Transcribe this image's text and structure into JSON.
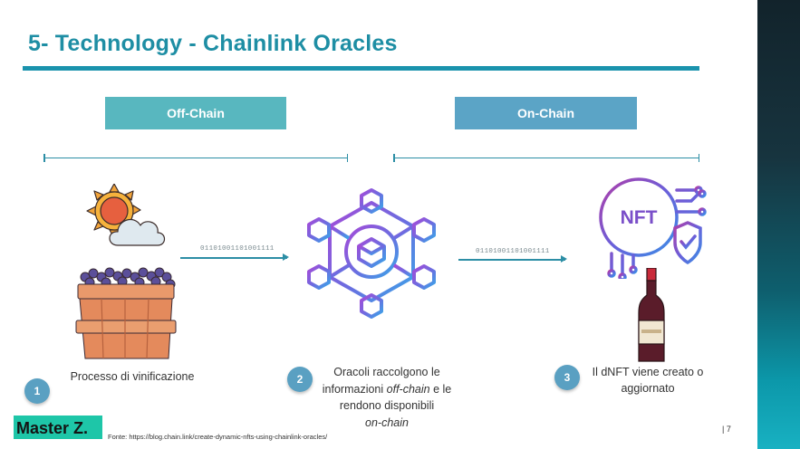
{
  "slide": {
    "title": "5- Technology - Chainlink Oracles",
    "page_number": "| 7",
    "source": "Fonte:  https://blog.chain.link/create-dynamic-nfts-using-chainlink-oracles/"
  },
  "labels": {
    "off_chain": "Off-Chain",
    "on_chain": "On-Chain"
  },
  "binary_stream": {
    "left": "01101001101001111",
    "right": "01101001101001111"
  },
  "steps": [
    {
      "number": "1",
      "text": "Processo di vinificazione"
    },
    {
      "number": "2",
      "text_parts": [
        "Oracoli  raccolgono le informazioni ",
        "off-chain",
        " e le rendono disponibili ",
        "on-chain"
      ]
    },
    {
      "number": "3",
      "text": "Il dNFT viene creato o aggiornato"
    }
  ],
  "icons": {
    "weather": "sun-cloud-icon",
    "grapes": "grape-basket-icon",
    "oracle": "oracle-network-icon",
    "nft": "nft-chip-icon",
    "shield": "shield-check-icon",
    "wine": "wine-bottle-icon"
  },
  "nft_text": "NFT",
  "logo": {
    "text": "Master Z."
  },
  "colors": {
    "title": "#1e8ea4",
    "off_chain_box": "#58b7bf",
    "on_chain_box": "#5ba4c6",
    "step_circle": "#5aa0c2",
    "accent_rule": "#1a93ad"
  }
}
